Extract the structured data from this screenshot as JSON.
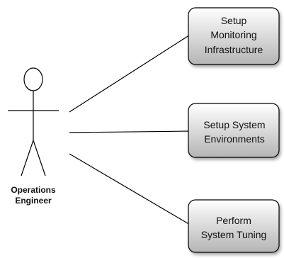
{
  "actor": {
    "name_line1": "Operations",
    "name_line2": "Engineer"
  },
  "use_cases": [
    {
      "lines": [
        "Setup",
        "Monitoring",
        "Infrastructure"
      ]
    },
    {
      "lines": [
        "Setup System",
        "Environments"
      ]
    },
    {
      "lines": [
        "Perform",
        "System Tuning"
      ]
    }
  ],
  "colors": {
    "box_gradient_top": "#ffffff",
    "box_gradient_bottom": "#b4b4b4",
    "stroke": "#000000"
  }
}
